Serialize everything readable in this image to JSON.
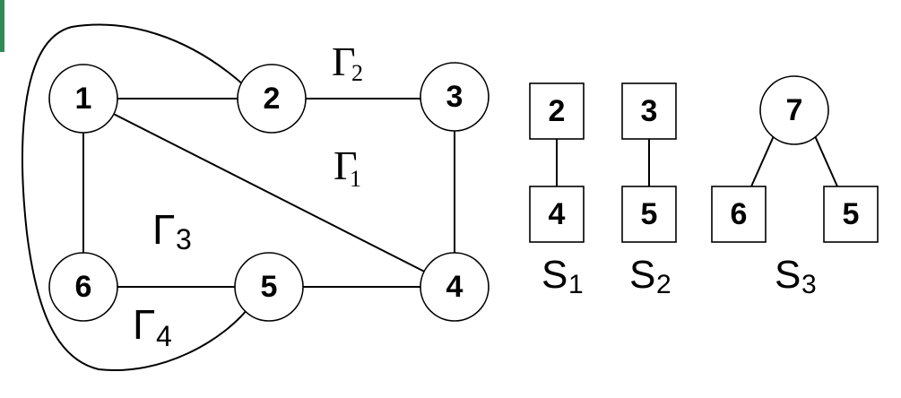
{
  "graph": {
    "nodes": {
      "n1": "1",
      "n2": "2",
      "n3": "3",
      "n4": "4",
      "n5": "5",
      "n6": "6"
    },
    "faces": {
      "g1": {
        "symbol": "Γ",
        "sub": "1"
      },
      "g2": {
        "symbol": "Γ",
        "sub": "2"
      },
      "g3": {
        "symbol": "Γ",
        "sub": "3"
      },
      "g4": {
        "symbol": "Γ",
        "sub": "4"
      }
    }
  },
  "segments": {
    "s1": {
      "top": "2",
      "bottom": "4",
      "label": "S",
      "sub": "1"
    },
    "s2": {
      "top": "3",
      "bottom": "5",
      "label": "S",
      "sub": "2"
    },
    "s3": {
      "top": "7",
      "left": "6",
      "right": "5",
      "label": "S",
      "sub": "3"
    }
  }
}
